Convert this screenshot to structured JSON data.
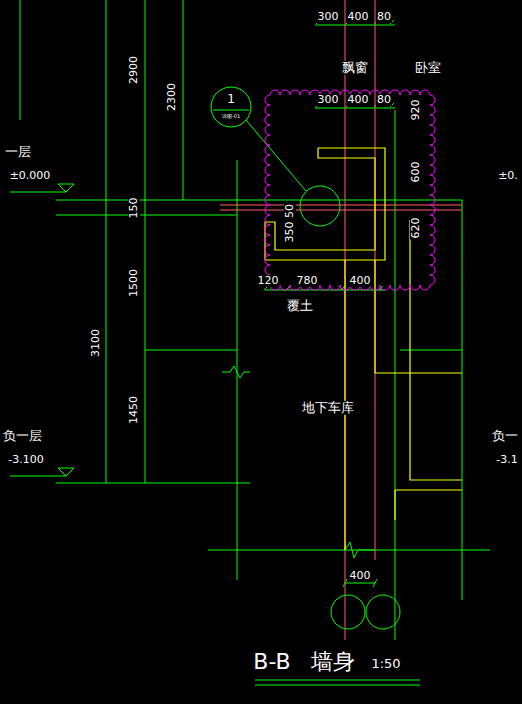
{
  "diagram": {
    "nodes": [
      {
        "text": [
          "1",
          "详图-01"
        ]
      }
    ],
    "labels": [
      "300",
      "400",
      "80",
      "飘窗",
      "卧室",
      "300",
      "400",
      "80",
      "920",
      "2900",
      "2300",
      "一层",
      "±0.000",
      "150",
      "50",
      "350",
      "600",
      "620",
      "120",
      "780",
      "400",
      "覆土",
      "1500",
      "3100",
      "1450",
      "地下车库",
      "负一层",
      "-3.100",
      "400",
      "B-B",
      "墙身",
      "1:50",
      "±0.",
      "负一",
      "-3.1"
    ]
  }
}
